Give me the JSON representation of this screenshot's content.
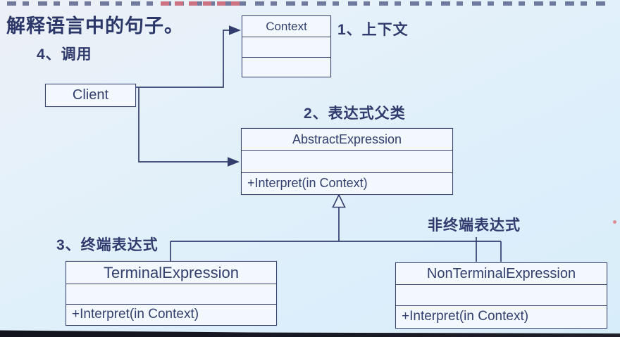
{
  "slide": {
    "heading": "解释语言中的句子。",
    "annotations": {
      "invoke": "4、调用",
      "context": "1、上下文",
      "expression_parent": "2、表达式父类",
      "terminal": "3、终端表达式",
      "nonterminal": "非终端表达式"
    }
  },
  "diagram": {
    "type": "uml-class-diagram",
    "pattern": "Interpreter",
    "classes": {
      "client": {
        "name": "Client"
      },
      "context": {
        "name": "Context"
      },
      "abstract_expression": {
        "name": "AbstractExpression",
        "method": "+Interpret(in Context)"
      },
      "terminal_expression": {
        "name": "TerminalExpression",
        "method": "+Interpret(in Context)"
      },
      "nonterminal_expression": {
        "name": "NonTerminalExpression",
        "method": "+Interpret(in Context)"
      }
    },
    "relations": [
      {
        "from": "Client",
        "to": "Context",
        "kind": "association-arrow"
      },
      {
        "from": "Client",
        "to": "AbstractExpression",
        "kind": "association-arrow"
      },
      {
        "from": "TerminalExpression",
        "to": "AbstractExpression",
        "kind": "inheritance"
      },
      {
        "from": "NonTerminalExpression",
        "to": "AbstractExpression",
        "kind": "inheritance"
      }
    ]
  },
  "colors": {
    "line": "#333e6e",
    "text": "#2c3769",
    "box_fill": "#f2f8fd",
    "box_border": "#3a4472",
    "background_top": "#edf0f6",
    "background_bottom": "#d8edfa",
    "clipped_line_red": "#c2485c",
    "bottom_bar": "#13131c",
    "red_dot": "#de5a5a"
  }
}
